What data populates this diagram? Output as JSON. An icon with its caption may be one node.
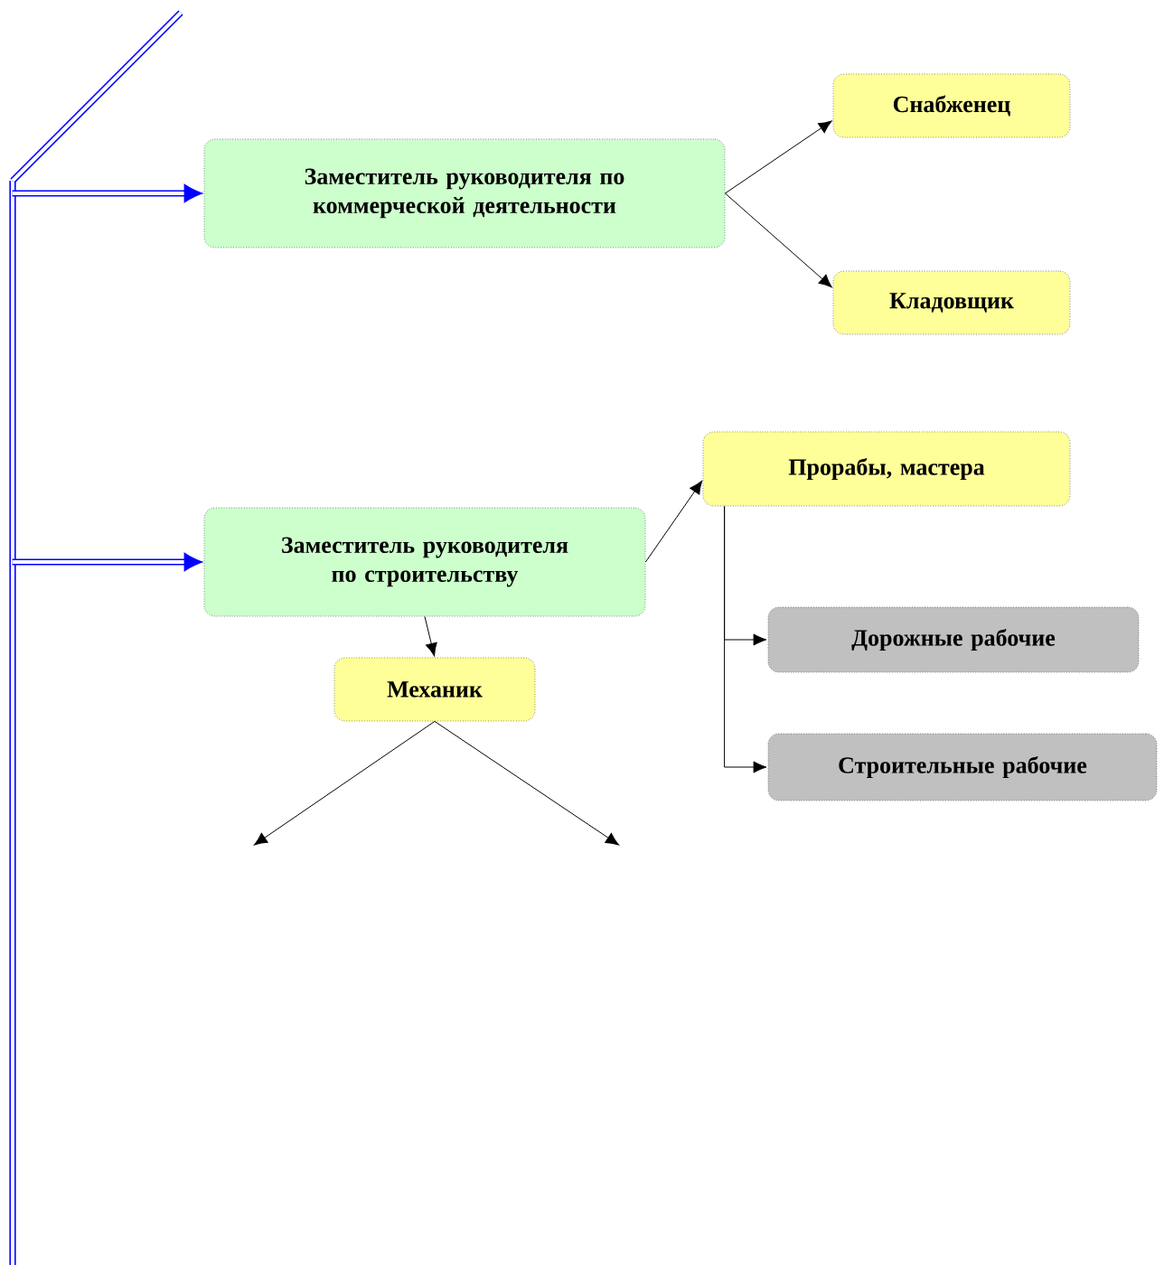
{
  "diagram": {
    "nodes": [
      {
        "text": [
          "Заместитель руководителя по коммерческой деятельности"
        ]
      },
      {
        "text": [
          "Снабженец"
        ]
      },
      {
        "text": [
          "Кладовщик"
        ]
      },
      {
        "text": [
          "Заместитель руководителя по строительству"
        ]
      },
      {
        "text": [
          "Прорабы, мастера"
        ]
      },
      {
        "text": [
          "Механик"
        ]
      },
      {
        "text": [
          "Дорожные рабочие"
        ]
      },
      {
        "text": [
          "Строительные рабочие"
        ]
      }
    ],
    "edges": [
      {
        "from": null,
        "to": 0,
        "arrow": "to",
        "style": "thick",
        "color": "#0000ff"
      },
      {
        "from": null,
        "to": 3,
        "arrow": "to",
        "style": "thick",
        "color": "#0000ff"
      },
      {
        "from": 0,
        "to": 1,
        "arrow": "to"
      },
      {
        "from": 0,
        "to": 2,
        "arrow": "to"
      },
      {
        "from": 3,
        "to": 4,
        "arrow": "to"
      },
      {
        "from": 3,
        "to": 5,
        "arrow": "to"
      },
      {
        "from": 4,
        "to": 6,
        "arrow": "to"
      },
      {
        "from": 4,
        "to": 7,
        "arrow": "to"
      },
      {
        "from": 5,
        "to": null,
        "arrow": "to"
      },
      {
        "from": 5,
        "to": null,
        "arrow": "to"
      }
    ]
  }
}
